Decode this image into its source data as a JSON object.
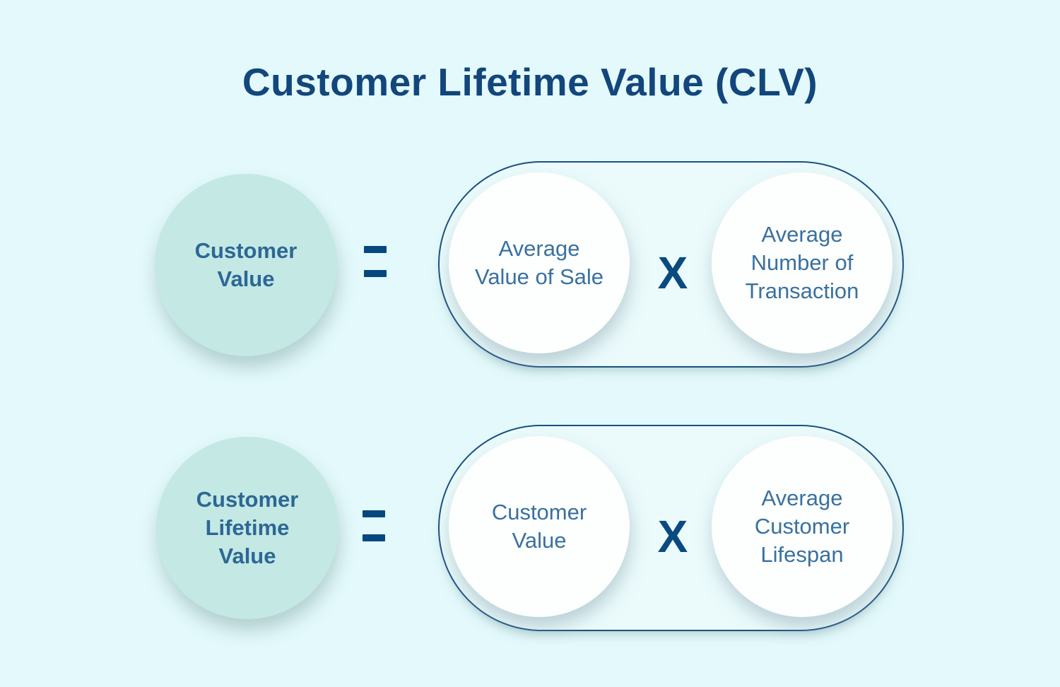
{
  "title": "Customer Lifetime Value (CLV)",
  "colors": {
    "background": "#E3F9FB",
    "title_text": "#12467C",
    "teal_circle_fill": "#C4E8E3",
    "teal_circle_text": "#2C6796",
    "white_circle_fill": "#FDFEFE",
    "white_circle_text": "#39719F",
    "operator_navy": "#0B4A80",
    "pill_border": "#1A5080"
  },
  "rows": [
    {
      "result": "Customer\nValue",
      "equals": "=",
      "factor1": "Average\nValue of Sale",
      "times": "X",
      "factor2": "Average\nNumber of\nTransaction"
    },
    {
      "result": "Customer\nLifetime\nValue",
      "equals": "=",
      "factor1": "Customer\nValue",
      "times": "X",
      "factor2": "Average\nCustomer\nLifespan"
    }
  ]
}
